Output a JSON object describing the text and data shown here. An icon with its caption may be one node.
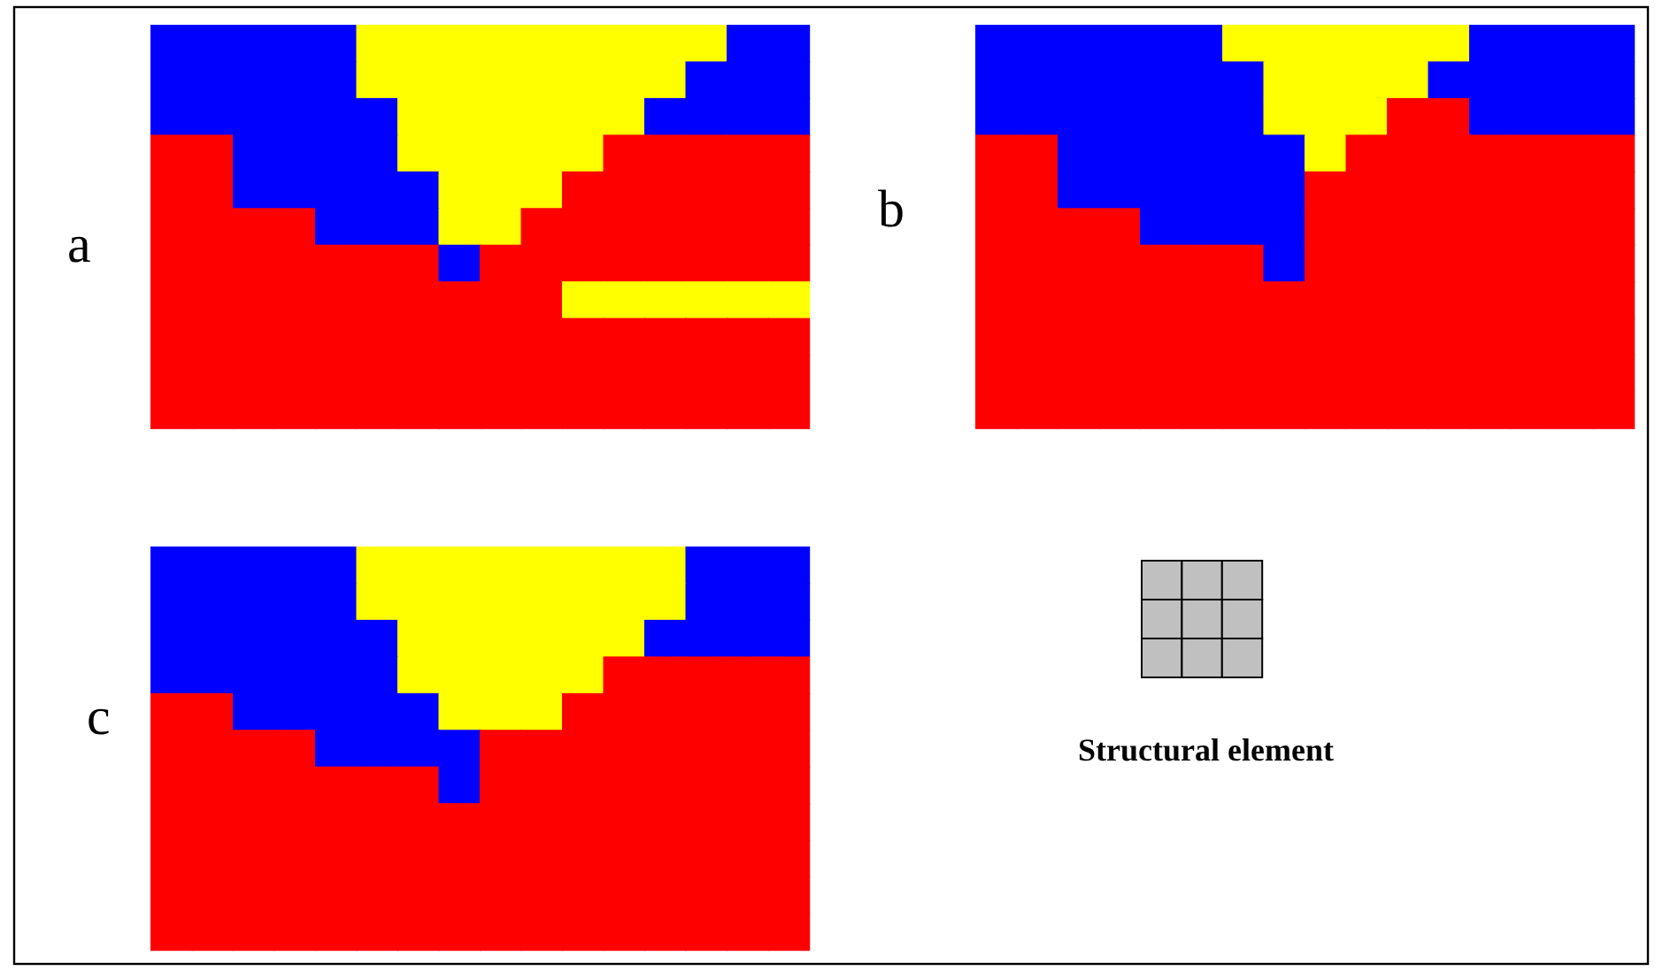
{
  "diagram": {
    "labels": [
      "a",
      "b",
      "c",
      "Structural element"
    ]
  }
}
